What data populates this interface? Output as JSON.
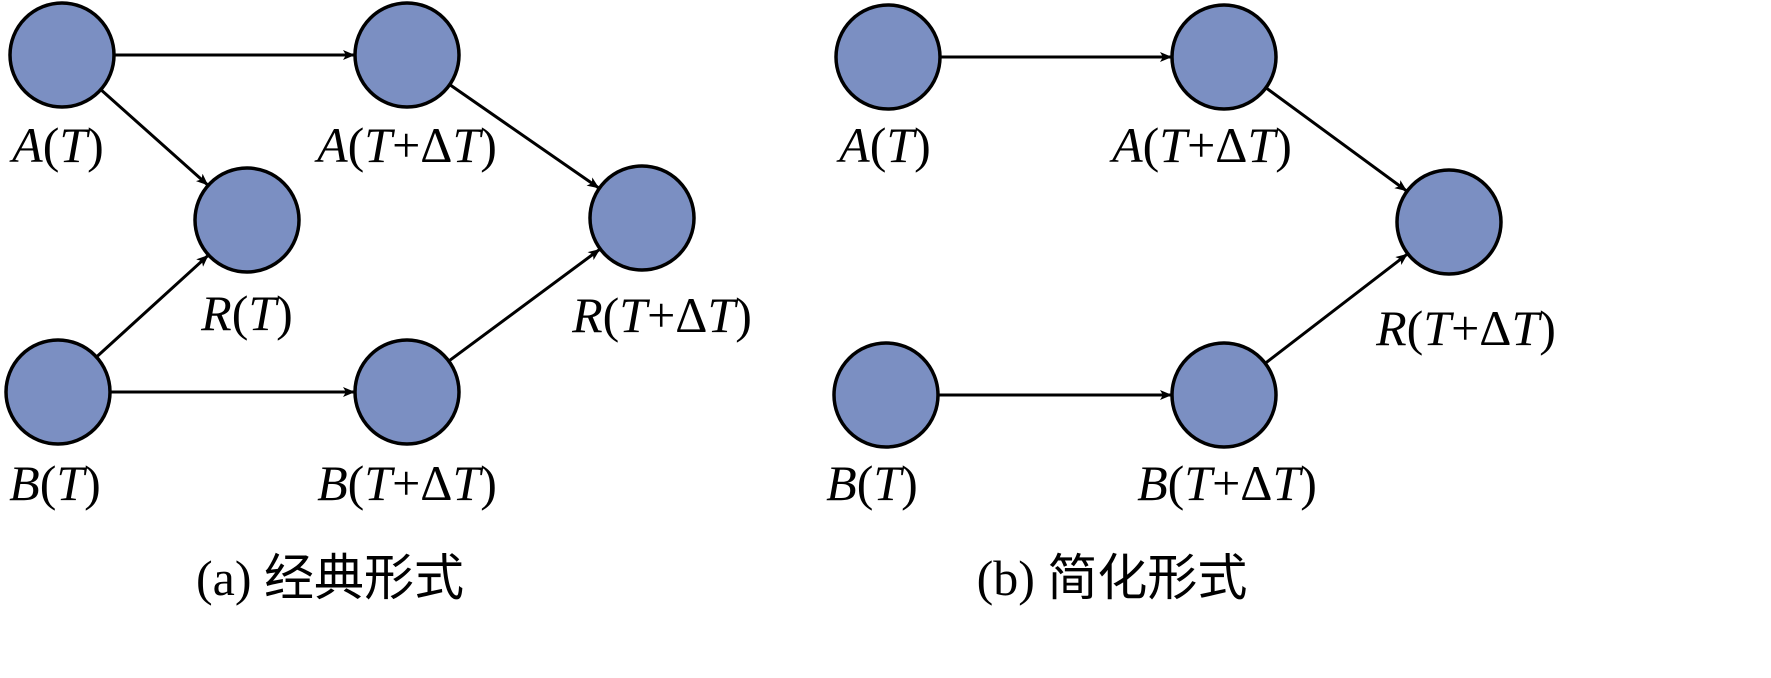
{
  "colors": {
    "node_fill": "#7b8fc2",
    "node_stroke": "#000000",
    "edge": "#000000"
  },
  "panels": [
    {
      "id": "a",
      "caption": "(a) 经典形式",
      "nodes": [
        {
          "id": "A_T",
          "label_italic": "A",
          "label_rest": "(T)"
        },
        {
          "id": "A_TdT",
          "label_italic": "A",
          "label_rest": "(T+ΔT)"
        },
        {
          "id": "R_T",
          "label_italic": "R",
          "label_rest": "(T)"
        },
        {
          "id": "R_TdT",
          "label_italic": "R",
          "label_rest": "(T+ΔT)"
        },
        {
          "id": "B_T",
          "label_italic": "B",
          "label_rest": "(T)"
        },
        {
          "id": "B_TdT",
          "label_italic": "B",
          "label_rest": "(T+ΔT)"
        }
      ],
      "edges": [
        {
          "from": "A_T",
          "to": "A_TdT"
        },
        {
          "from": "A_T",
          "to": "R_T"
        },
        {
          "from": "B_T",
          "to": "R_T"
        },
        {
          "from": "B_T",
          "to": "B_TdT"
        },
        {
          "from": "A_TdT",
          "to": "R_TdT"
        },
        {
          "from": "B_TdT",
          "to": "R_TdT"
        }
      ]
    },
    {
      "id": "b",
      "caption": "(b) 简化形式",
      "nodes": [
        {
          "id": "A_T",
          "label_italic": "A",
          "label_rest": "(T)"
        },
        {
          "id": "A_TdT",
          "label_italic": "A",
          "label_rest": "(T+ΔT)"
        },
        {
          "id": "R_TdT",
          "label_italic": "R",
          "label_rest": "(T+ΔT)"
        },
        {
          "id": "B_T",
          "label_italic": "B",
          "label_rest": "(T)"
        },
        {
          "id": "B_TdT",
          "label_italic": "B",
          "label_rest": "(T+ΔT)"
        }
      ],
      "edges": [
        {
          "from": "A_T",
          "to": "A_TdT"
        },
        {
          "from": "B_T",
          "to": "B_TdT"
        },
        {
          "from": "A_TdT",
          "to": "R_TdT"
        },
        {
          "from": "B_TdT",
          "to": "R_TdT"
        }
      ]
    }
  ]
}
